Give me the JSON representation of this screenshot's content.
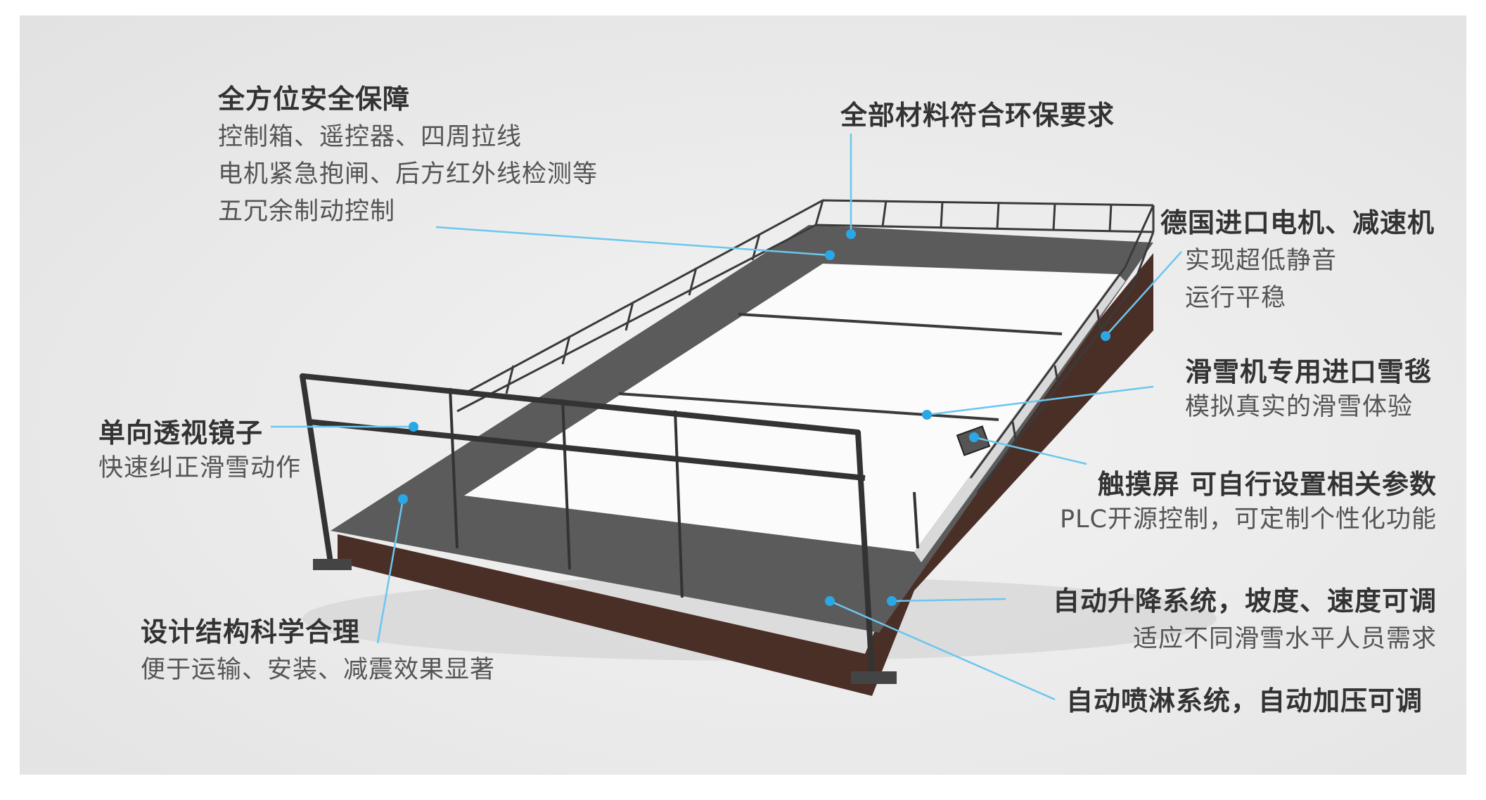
{
  "colors": {
    "background": "#ffffff",
    "panel": "#e9e9e9",
    "callout": "#3fb4e8",
    "rail": "#3a3a3a",
    "frame": "#5a3a2e",
    "surface": "#fafafa"
  },
  "callouts": {
    "safety": {
      "title": "全方位安全保障",
      "lines": [
        "控制箱、遥控器、四周拉线",
        "电机紧急抱闸、后方红外线检测等",
        "五冗余制动控制"
      ]
    },
    "eco": {
      "title": "全部材料符合环保要求"
    },
    "motor": {
      "title": "德国进口电机、减速机",
      "lines": [
        "实现超低静音",
        "运行平稳"
      ]
    },
    "carpet": {
      "title": "滑雪机专用进口雪毯",
      "lines": [
        "模拟真实的滑雪体验"
      ]
    },
    "touch": {
      "title": "触摸屏 可自行设置相关参数",
      "lines": [
        "PLC开源控制，可定制个性化功能"
      ]
    },
    "mirror": {
      "title": "单向透视镜子",
      "lines": [
        "快速纠正滑雪动作"
      ]
    },
    "lift": {
      "title": "自动升降系统，坡度、速度可调",
      "lines": [
        "适应不同滑雪水平人员需求"
      ]
    },
    "structure": {
      "title": "设计结构科学合理",
      "lines": [
        "便于运输、安装、减震效果显著"
      ]
    },
    "spray": {
      "title": "自动喷淋系统，自动加压可调"
    }
  }
}
